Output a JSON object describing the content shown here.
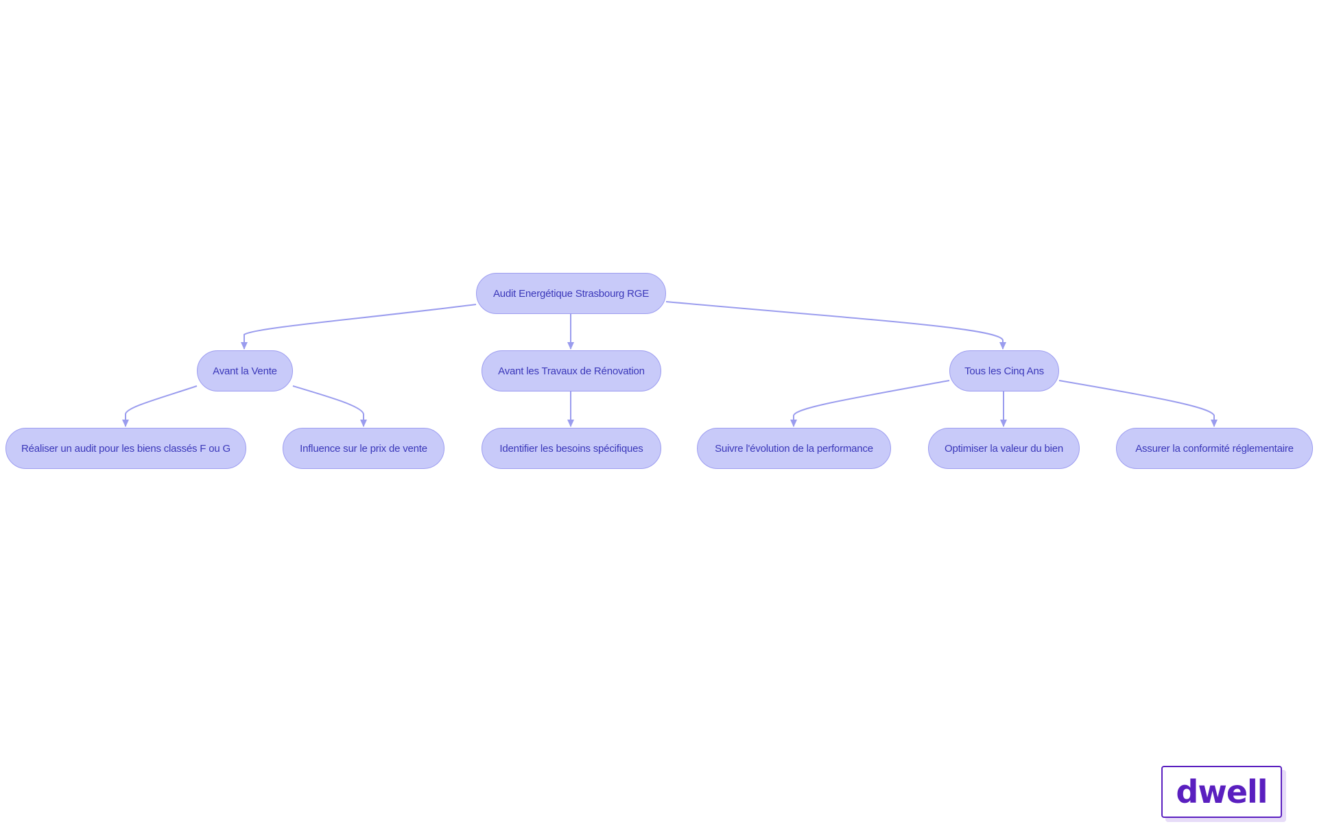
{
  "diagram": {
    "root": "Audit Energétique Strasbourg RGE",
    "branches": [
      {
        "label": "Avant la Vente",
        "children": [
          "Réaliser un audit pour les biens classés F ou G",
          "Influence sur le prix de vente"
        ]
      },
      {
        "label": "Avant les Travaux de Rénovation",
        "children": [
          "Identifier les besoins spécifiques"
        ]
      },
      {
        "label": "Tous les Cinq Ans",
        "children": [
          "Suivre l'évolution de la performance",
          "Optimiser la valeur du bien",
          "Assurer la conformité réglementaire"
        ]
      }
    ]
  },
  "logo": {
    "text": "dwell"
  },
  "colors": {
    "node_fill": "#c8caf9",
    "node_stroke": "#9c9cf0",
    "node_text": "#3a37b9",
    "edge": "#9a9cee",
    "logo": "#5a1fbf"
  }
}
